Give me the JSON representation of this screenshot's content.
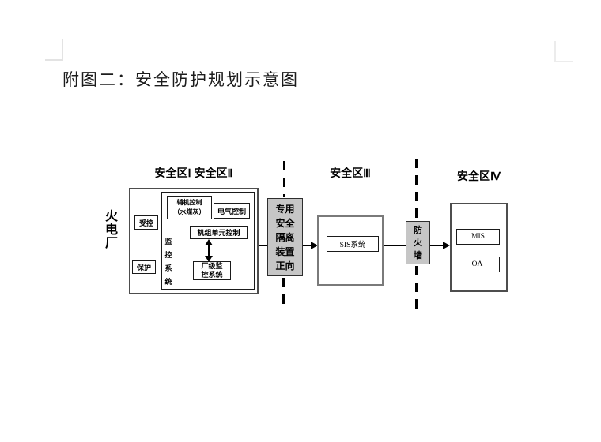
{
  "page": {
    "title": "附图二：安全防护规划示意图"
  },
  "diagram": {
    "headers": {
      "zone_1_2": "安全区Ⅰ 安全区Ⅱ",
      "zone_3": "安全区Ⅲ",
      "zone_4": "安全区Ⅳ"
    },
    "plant_label": "火\n电\n厂",
    "zone_1_2": {
      "controlled": "受控",
      "protection": "保护",
      "monitoring_system": "监\n控\n系\n统",
      "aux_control": "辅机控制\n（水煤灰）",
      "electrical_control": "电气控制",
      "unit_control": "机组单元控制",
      "plant_scada": "厂级监\n控系统"
    },
    "isolation_device": "专用\n安全\n隔离\n装置\n正向",
    "zone_3": {
      "sis": "SIS系统"
    },
    "firewall": "防\n火\n墙",
    "zone_4": {
      "mis": "MIS",
      "oa": "OA"
    },
    "colors": {
      "device_fill": "#c6c6c6",
      "line": "#000000",
      "boundary_mark": "#e3e3e3"
    }
  }
}
